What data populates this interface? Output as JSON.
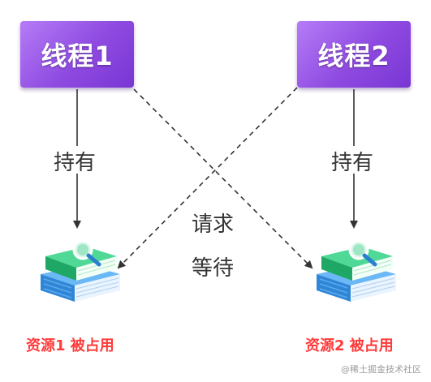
{
  "threads": [
    {
      "label": "线程1"
    },
    {
      "label": "线程2"
    }
  ],
  "edges": {
    "hold_label": "持有",
    "request_label": "请求",
    "wait_label": "等待"
  },
  "resources": [
    {
      "status": "资源1 被占用"
    },
    {
      "status": "资源2 被占用"
    }
  ],
  "colors": {
    "thread_box": "#8e4ae0",
    "status_text": "#ff3b3b",
    "book_green": "#2ec27e",
    "book_blue": "#3b9be8"
  },
  "icons": [
    "book-stack-icon",
    "magnifier-icon"
  ],
  "watermark": "@稀土掘金技术社区"
}
